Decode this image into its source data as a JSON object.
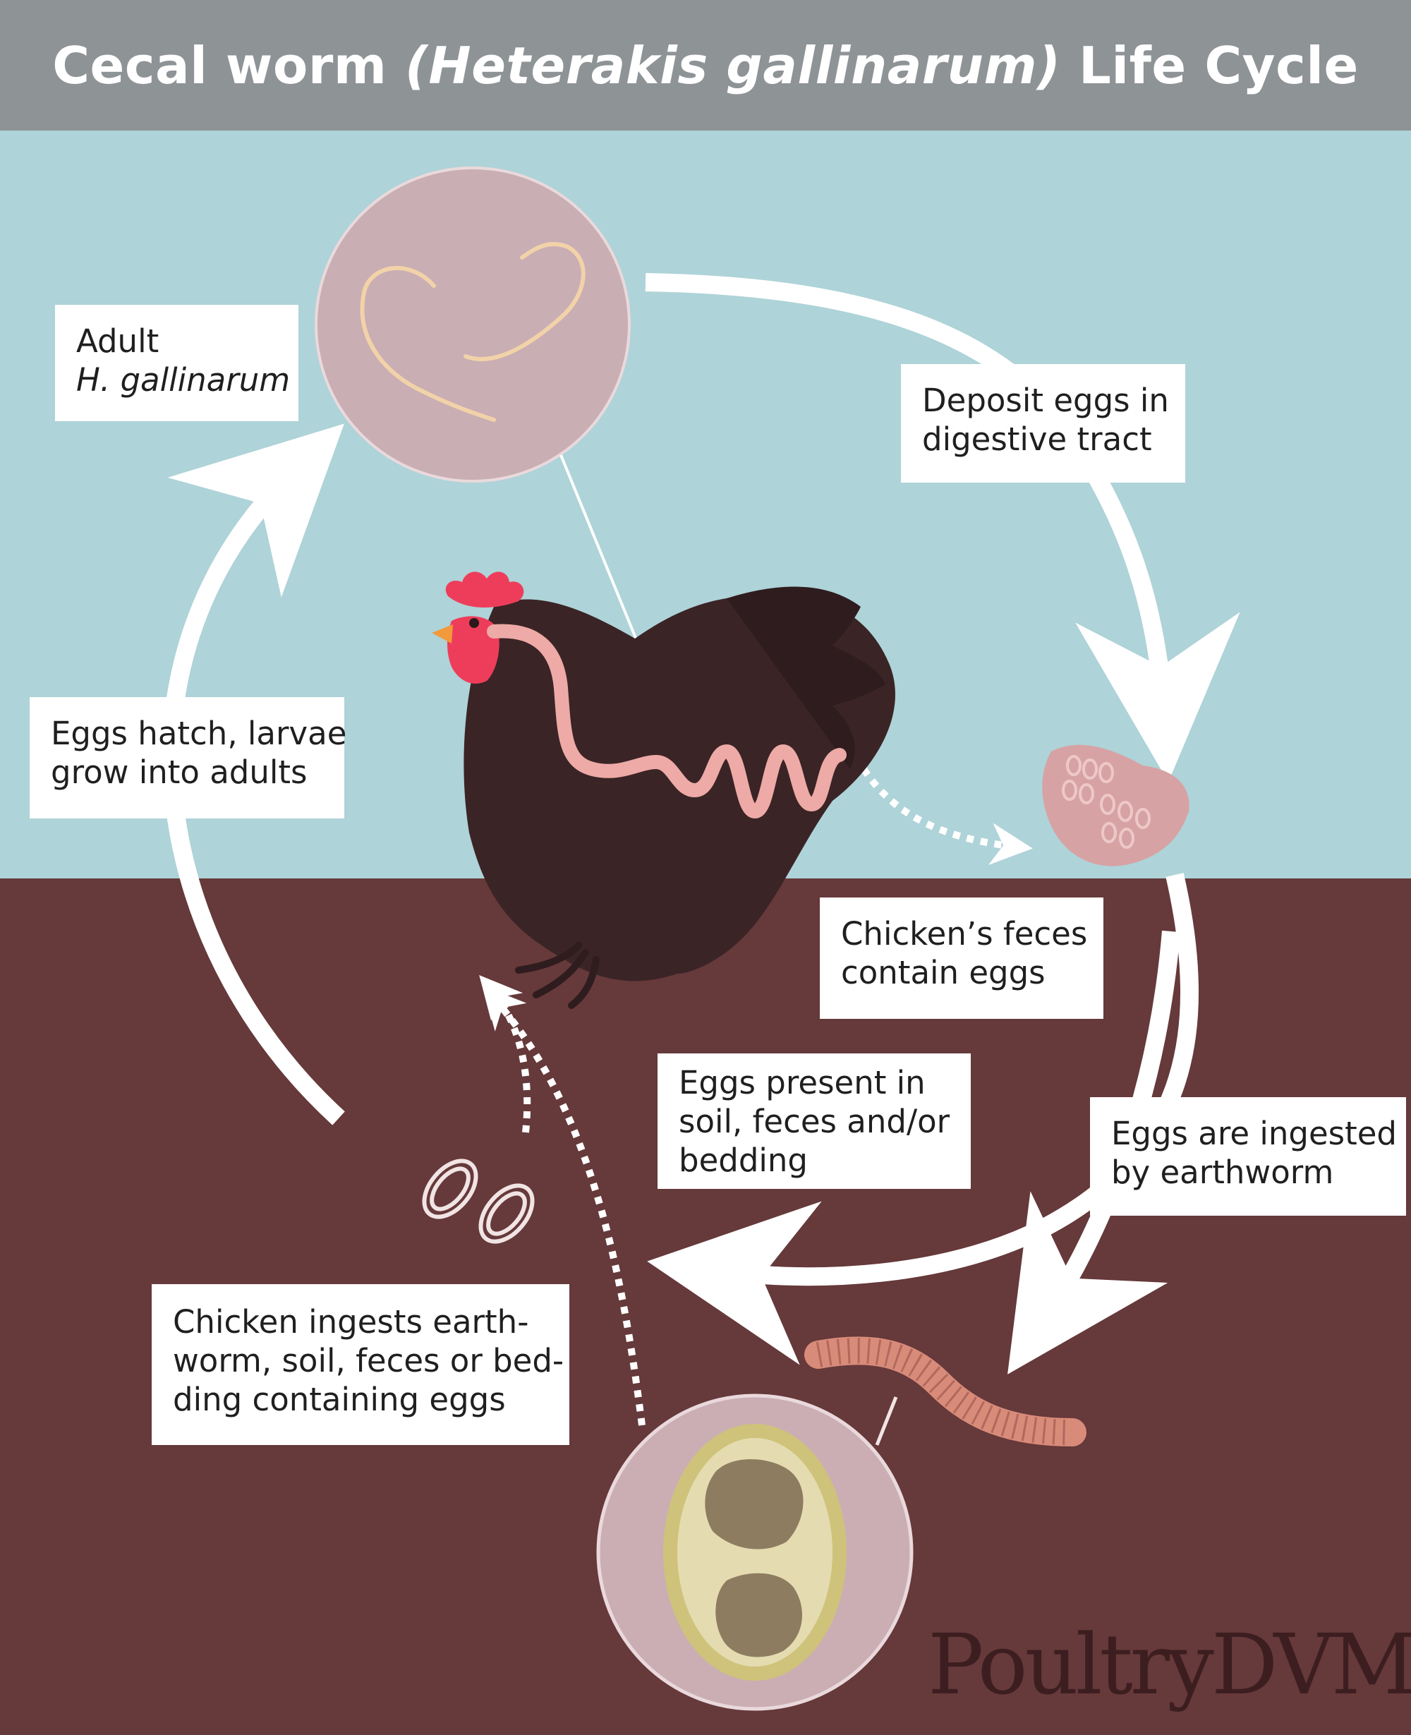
{
  "title": {
    "prefix": "Cecal worm ",
    "species": "(Heterakis gallinarum)",
    "suffix": " Life Cycle"
  },
  "labels": {
    "adult": {
      "line1": "Adult",
      "line2": "H. gallinarum"
    },
    "deposit": {
      "line1": "Deposit eggs in",
      "line2": "digestive tract"
    },
    "hatch": {
      "line1": "Eggs hatch, larvae",
      "line2": "grow into adults"
    },
    "feces": {
      "line1": "Chicken’s feces",
      "line2": "contain eggs"
    },
    "present": {
      "line1": "Eggs present in",
      "line2": "soil, feces and/or",
      "line3": "bedding"
    },
    "earthworm": {
      "line1": "Eggs are ingested",
      "line2": "by earthworm"
    },
    "ingests": {
      "line1": "Chicken ingests earth-",
      "line2": "worm, soil, feces or bed-",
      "line3": "ding containing eggs"
    }
  },
  "brand": "PoultryDVM",
  "colors": {
    "title_bar": "#8e9396",
    "sky": "#aed3d8",
    "soil": "#66393a",
    "arrow": "#ffffff",
    "worm_circle": "#c9aeb4",
    "worm": "#f2d2a8",
    "chicken_body": "#3a2426",
    "comb": "#ee3d5a",
    "intestine": "#eeaaa6",
    "feces": "#d7a2a4",
    "earthworm": "#d98b7a",
    "egg_shell": "#cfc27a",
    "egg_interior": "#8e7c60"
  },
  "icons": [
    "adult-worm-icon",
    "chicken-icon",
    "feces-icon",
    "earthworm-icon",
    "egg-icon",
    "egg-pair-icon"
  ]
}
